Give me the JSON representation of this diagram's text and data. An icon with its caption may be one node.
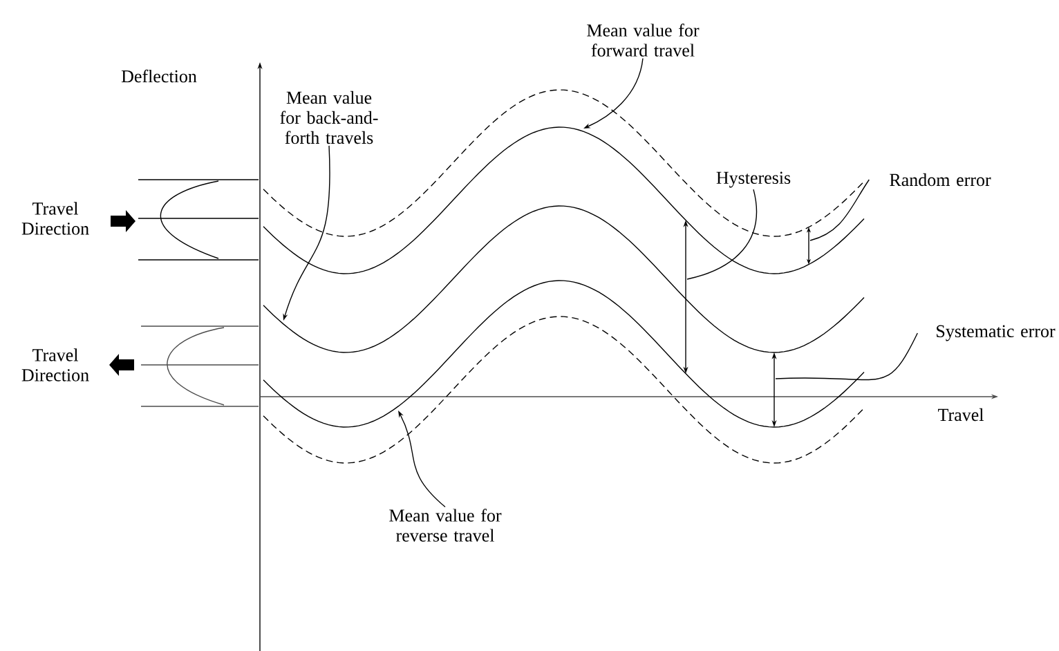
{
  "diagram": {
    "nodes": [
      {
        "text": [
          "Mean value for forward travel"
        ]
      },
      {
        "text": [
          "Mean value for back-and-forth travels"
        ],
        "in": 6
      },
      {
        "text": [
          "Hysteresis"
        ],
        "in": 6
      },
      {
        "text": [
          "Random error"
        ]
      },
      {
        "text": [
          "Systematic error"
        ]
      },
      {
        "text": [
          "Mean value for reverse travel"
        ]
      },
      {
        "text": [],
        "shape": "picture"
      }
    ],
    "edges": [
      {
        "from": 0,
        "to": 6,
        "arrow": "to"
      },
      {
        "from": 1,
        "to": 6,
        "arrow": "to"
      },
      {
        "from": 2,
        "to": 6,
        "arrow": "none"
      },
      {
        "from": 3,
        "to": 6,
        "arrow": "none"
      },
      {
        "from": 4,
        "to": 6,
        "arrow": "none"
      },
      {
        "from": 5,
        "to": 6,
        "arrow": "to"
      }
    ],
    "labels": [
      "Deflection",
      "Travel Direction",
      "Travel Direction",
      "Travel"
    ]
  }
}
